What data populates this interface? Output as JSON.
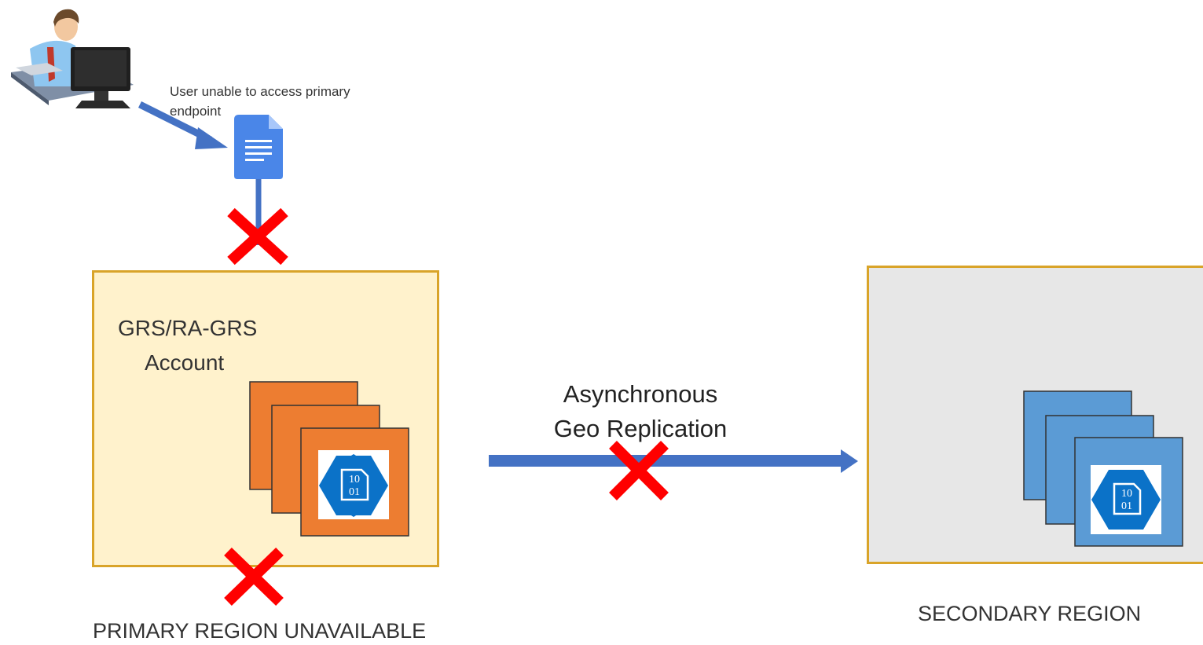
{
  "user": {
    "label": "User unable to access primary endpoint"
  },
  "primary_region": {
    "account_line1": "GRS/RA-GRS",
    "account_line2": "Account",
    "label": "PRIMARY REGION UNAVAILABLE",
    "fill_color": "#fff2cc",
    "border_color": "#d9a429",
    "card_color": "#ed7d31"
  },
  "replication": {
    "line1": "Asynchronous",
    "line2": "Geo Replication",
    "arrow_color": "#4472c4"
  },
  "secondary_region": {
    "label": "SECONDARY REGION",
    "fill_color": "#e7e7e7",
    "card_color": "#5b9bd5"
  },
  "blob_icon": {
    "text_top": "10",
    "text_bottom": "01",
    "color": "#0b72c8"
  },
  "icons": [
    "user-at-computer-icon",
    "document-icon",
    "failure-x-icon",
    "blob-storage-icon"
  ],
  "failure_color": "#ff0000"
}
